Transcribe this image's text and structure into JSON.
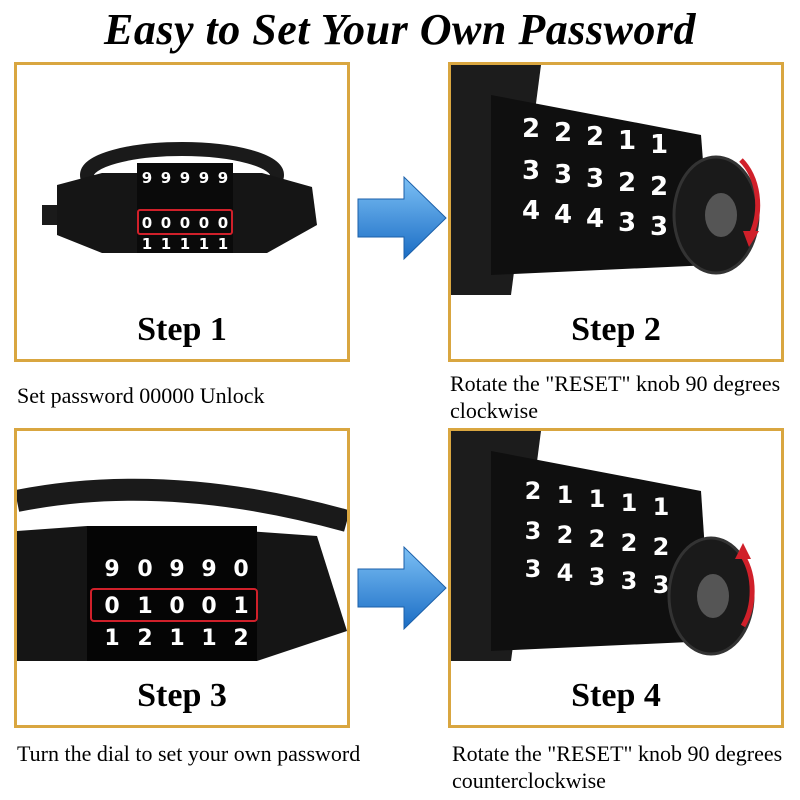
{
  "title": "Easy to Set Your Own Password",
  "steps": [
    {
      "label": "Step 1",
      "caption": "Set password 00000 Unlock",
      "dials": {
        "top": [
          "9",
          "9",
          "9",
          "9",
          "9"
        ],
        "mid": [
          "0",
          "0",
          "0",
          "0",
          "0"
        ],
        "bot": [
          "1",
          "1",
          "1",
          "1",
          "1"
        ]
      }
    },
    {
      "label": "Step 2",
      "caption": "Rotate the \"RESET\" knob 90 degrees clockwise",
      "dials": {
        "top": [
          "2",
          "2",
          "2",
          "1",
          "1"
        ],
        "mid": [
          "3",
          "3",
          "3",
          "2",
          "2"
        ],
        "bot": [
          "4",
          "4",
          "4",
          "3",
          "3"
        ]
      }
    },
    {
      "label": "Step 3",
      "caption": "Turn the dial to set your own password",
      "dials": {
        "top": [
          "9",
          "0",
          "9",
          "9",
          "0"
        ],
        "mid": [
          "0",
          "1",
          "0",
          "0",
          "1"
        ],
        "bot": [
          "1",
          "2",
          "1",
          "1",
          "2"
        ]
      }
    },
    {
      "label": "Step 4",
      "caption": "Rotate the \"RESET\" knob 90 degrees counterclockwise",
      "dials": {
        "top": [
          "2",
          "1",
          "1",
          "1",
          "1"
        ],
        "mid": [
          "3",
          "2",
          "2",
          "2",
          "2"
        ],
        "bot": [
          "3",
          "4",
          "3",
          "3",
          "3"
        ]
      }
    }
  ],
  "colors": {
    "frame": "#d9a640",
    "arrow": "#2f86d8",
    "highlight": "#d0202a",
    "lock": "#111111"
  }
}
